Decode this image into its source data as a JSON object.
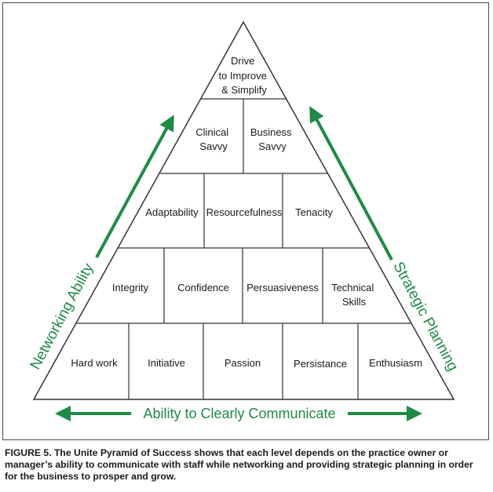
{
  "pyramid": {
    "levels": [
      [
        [
          "Drive",
          "to Improve",
          "& Simplify"
        ]
      ],
      [
        [
          "Clinical",
          "Savvy"
        ],
        [
          "Business",
          "Savvy"
        ]
      ],
      [
        [
          "Adaptability"
        ],
        [
          "Resourcefulness"
        ],
        [
          "Tenacity"
        ]
      ],
      [
        [
          "Integrity"
        ],
        [
          "Confidence"
        ],
        [
          "Persuasiveness"
        ],
        [
          "Technical",
          "Skills"
        ]
      ],
      [
        [
          "Hard work"
        ],
        [
          "Initiative"
        ],
        [
          "Passion"
        ],
        [
          "Persistance"
        ],
        [
          "Enthusiasm"
        ]
      ]
    ]
  },
  "labels": {
    "left": "Networking Ability",
    "right": "Strategic Planning",
    "bottom": "Ability to Clearly Communicate"
  },
  "caption": "FIGURE 5. The Unite Pyramid of Success shows that each level depends on the practice owner or manager’s ability to communicate with staff while networking and providing strategic planning in order for the business to prosper and grow.",
  "colors": {
    "accent": "#1f8a45",
    "line": "#333333",
    "text": "#1a1a1a"
  }
}
